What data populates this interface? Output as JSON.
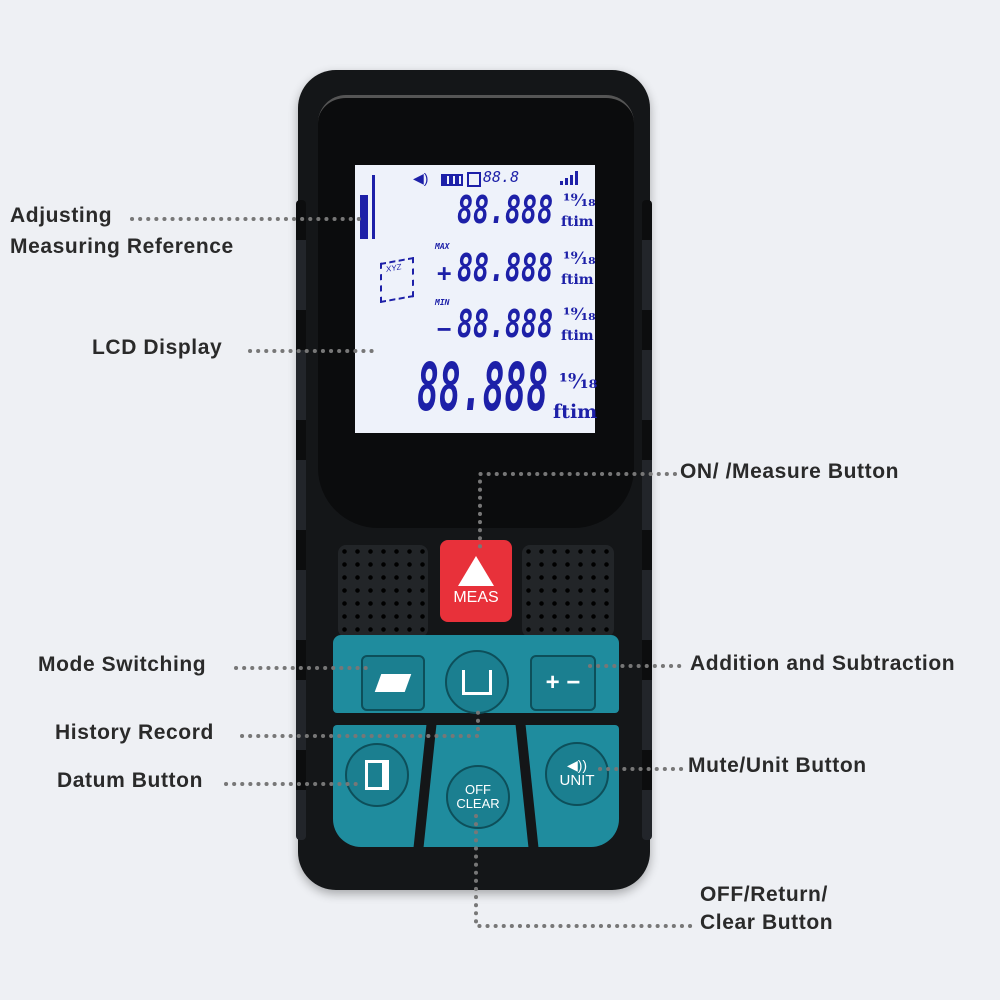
{
  "labels": {
    "adjusting_line1": "Adjusting",
    "adjusting_line2": "Measuring Reference",
    "lcd_display": "LCD Display",
    "on_measure": "ON/ /Measure Button",
    "mode_switching": "Mode Switching",
    "add_sub": "Addition and Subtraction",
    "history": "History Record",
    "datum": "Datum Button",
    "mute_unit": "Mute/Unit Button",
    "off_line1": "OFF/Return/",
    "off_line2": "Clear Button"
  },
  "lcd": {
    "status_value": "88.8",
    "row1": "88.888",
    "row2": "88.888",
    "row3": "88.888",
    "row4": "88.888",
    "max_label": "MAX",
    "min_label": "MIN",
    "plus_sign": "+",
    "minus_sign": "−",
    "fraction": "¹⁹⁄₁₈",
    "inch_mark": "\"",
    "units": "ftim",
    "xyz": "XYZ"
  },
  "buttons": {
    "meas": "MEAS",
    "add_sub": "+ −",
    "off_line1": "OFF",
    "off_line2": "CLEAR",
    "unit": "UNIT"
  },
  "colors": {
    "body": "#151719",
    "teal": "#1f8c9e",
    "red": "#e8313a",
    "lcd_bg": "#eef2fa",
    "lcd_seg": "#1d20a8"
  }
}
